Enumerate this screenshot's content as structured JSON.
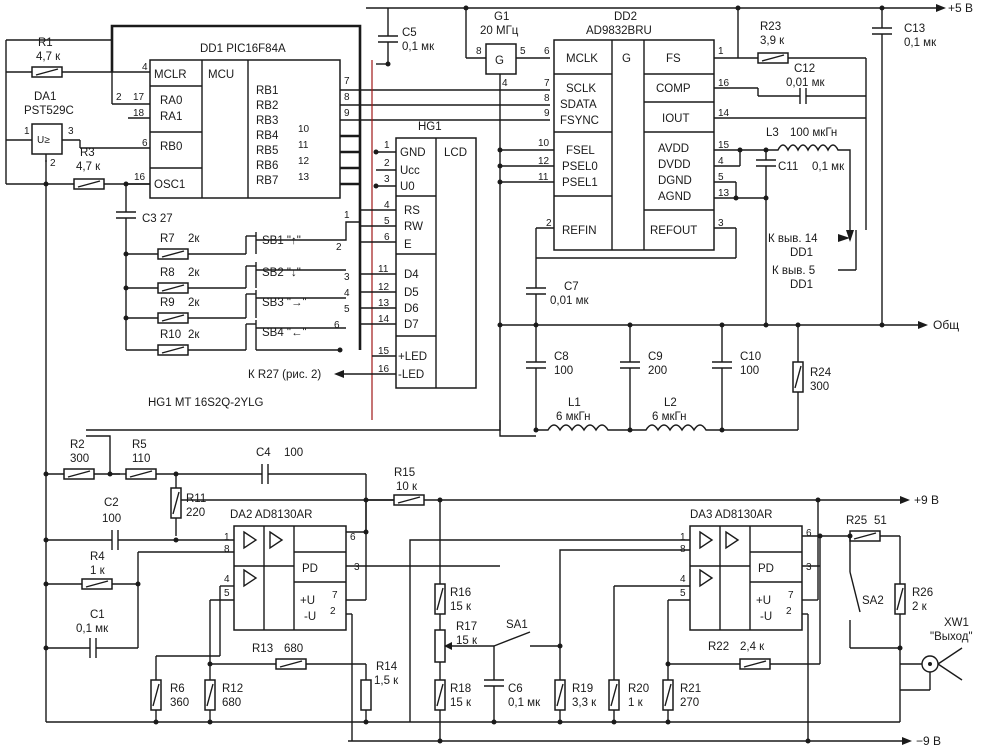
{
  "rails": {
    "plus5": "+5 В",
    "plus9": "+9 В",
    "minus9": "−9 В",
    "common": "Общ"
  },
  "dd1": {
    "ref": "DD1 PIC16F84A",
    "core": "MCU",
    "pins": {
      "mclr": "MCLR",
      "ra0": "RA0",
      "ra1": "RA1",
      "rb0": "RB0",
      "osc1": "OSC1",
      "rb1": "RB1",
      "rb2": "RB2",
      "rb3": "RB3",
      "rb4": "RB4",
      "rb5": "RB5",
      "rb6": "RB6",
      "rb7": "RB7"
    },
    "nums": {
      "mclr": "4",
      "ra0": "17",
      "ra1": "18",
      "rb0": "6",
      "osc1": "16",
      "ra0_outer": "2",
      "ra0_outer2": "1",
      "rb1": "7",
      "rb2": "8",
      "rb3": "9",
      "rb4": "10",
      "rb5": "11",
      "rb6": "12",
      "rb7": "13"
    }
  },
  "da1": {
    "ref": "DA1",
    "part": "PST529C",
    "sym": "U≥",
    "p1": "1",
    "p2": "2",
    "p3": "3"
  },
  "hg1": {
    "ref": "HG1",
    "type": "LCD",
    "model": "HG1  MT 16S2Q-2YLG",
    "pins": {
      "gnd": "GND",
      "ucc": "Ucc",
      "u0": "U0",
      "rs": "RS",
      "rw": "RW",
      "e": "E",
      "d4": "D4",
      "d5": "D5",
      "d6": "D6",
      "d7": "D7",
      "pled": "+LED",
      "mled": "-LED"
    },
    "nums": [
      "1",
      "2",
      "3",
      "4",
      "5",
      "6",
      "11",
      "12",
      "13",
      "14",
      "15",
      "16"
    ],
    "bus_nums": [
      "1",
      "2",
      "3",
      "4",
      "5",
      "6",
      "3",
      "4",
      "5",
      "6"
    ],
    "to_r27": "К R27 (рис. 2)"
  },
  "g1": {
    "ref": "G1",
    "freq": "20 МГц",
    "sym": "G",
    "p8": "8",
    "p5": "5",
    "p4": "4"
  },
  "dd2": {
    "ref": "DD2",
    "part": "AD9832BRU",
    "sym": "G",
    "left": [
      "MCLK",
      "SCLK",
      "SDATA",
      "FSYNC",
      "FSEL",
      "PSEL0",
      "PSEL1",
      "REFIN"
    ],
    "right": [
      "FS",
      "COMP",
      "IOUT",
      "AVDD",
      "DVDD",
      "DGND",
      "AGND",
      "REFOUT"
    ],
    "left_nums": [
      "6",
      "7",
      "8",
      "9",
      "10",
      "12",
      "11",
      "2"
    ],
    "right_nums": [
      "1",
      "16",
      "14",
      "15",
      "4",
      "5",
      "13",
      "3"
    ]
  },
  "passives": {
    "r1": [
      "R1",
      "4,7 к"
    ],
    "r3": [
      "R3",
      "4,7 к"
    ],
    "c3": [
      "C3 27"
    ],
    "r7": [
      "R7",
      "2к"
    ],
    "r8": [
      "R8",
      "2к"
    ],
    "r9": [
      "R9",
      "2к"
    ],
    "r10": [
      "R10",
      "2к"
    ],
    "c5": [
      "C5",
      "0,1 мк"
    ],
    "r23": [
      "R23",
      "3,9 к"
    ],
    "c12": [
      "C12",
      "0,01 мк"
    ],
    "c13": [
      "C13",
      "0,1 мк"
    ],
    "l3": [
      "L3",
      "100 мкГн"
    ],
    "c11": [
      "C11",
      "0,1 мк"
    ],
    "c7": [
      "C7",
      "0,01 мк"
    ],
    "c8": [
      "C8",
      "100"
    ],
    "c9": [
      "C9",
      "200"
    ],
    "c10": [
      "C10",
      "100"
    ],
    "r24": [
      "R24",
      "300"
    ],
    "l1": [
      "L1",
      "6 мкГн"
    ],
    "l2": [
      "L2",
      "6 мкГн"
    ],
    "r2": [
      "R2",
      "300"
    ],
    "r5": [
      "R5",
      "110"
    ],
    "c4": [
      "C4",
      "100"
    ],
    "r11": [
      "R11",
      "220"
    ],
    "c2": [
      "C2",
      "100"
    ],
    "r4": [
      "R4",
      "1 к"
    ],
    "c1": [
      "C1",
      "0,1 мк"
    ],
    "r6": [
      "R6",
      "360"
    ],
    "r12": [
      "R12",
      "680"
    ],
    "r13": [
      "R13",
      "680"
    ],
    "r14": [
      "R14",
      "1,5 к"
    ],
    "r15": [
      "R15",
      "10 к"
    ],
    "r16": [
      "R16",
      "15 к"
    ],
    "r17": [
      "R17",
      "15 к"
    ],
    "r18": [
      "R18",
      "15 к"
    ],
    "c6": [
      "C6",
      "0,1 мк"
    ],
    "r19": [
      "R19",
      "3,3 к"
    ],
    "r20": [
      "R20",
      "1 к"
    ],
    "r21": [
      "R21",
      "270"
    ],
    "r22": [
      "R22",
      "2,4 к"
    ],
    "r25": [
      "R25",
      "51"
    ],
    "r26": [
      "R26",
      "2 к"
    ]
  },
  "buttons": {
    "sb1": "SB1 \"↑\"",
    "sb2": "SB2 \"↓\"",
    "sb3": "SB3 \"→\"",
    "sb4": "SB4 \"←\""
  },
  "da2": {
    "ref": "DA2 AD8130AR",
    "pd": "PD",
    "pu": "+U",
    "mu": "-U",
    "nums": [
      "1",
      "8",
      "4",
      "5",
      "6",
      "3",
      "7",
      "2"
    ]
  },
  "da3": {
    "ref": "DA3 AD8130AR",
    "pd": "PD",
    "pu": "+U",
    "mu": "-U",
    "nums": [
      "1",
      "8",
      "4",
      "5",
      "6",
      "3",
      "7",
      "2"
    ]
  },
  "switches": {
    "sa1": "SA1",
    "sa2": "SA2"
  },
  "connector": {
    "ref": "XW1",
    "label": "\"Выход\""
  },
  "notes": {
    "to14": "К  выв. 14",
    "dd1a": "DD1",
    "to5": "К  выв. 5",
    "dd1b": "DD1"
  }
}
